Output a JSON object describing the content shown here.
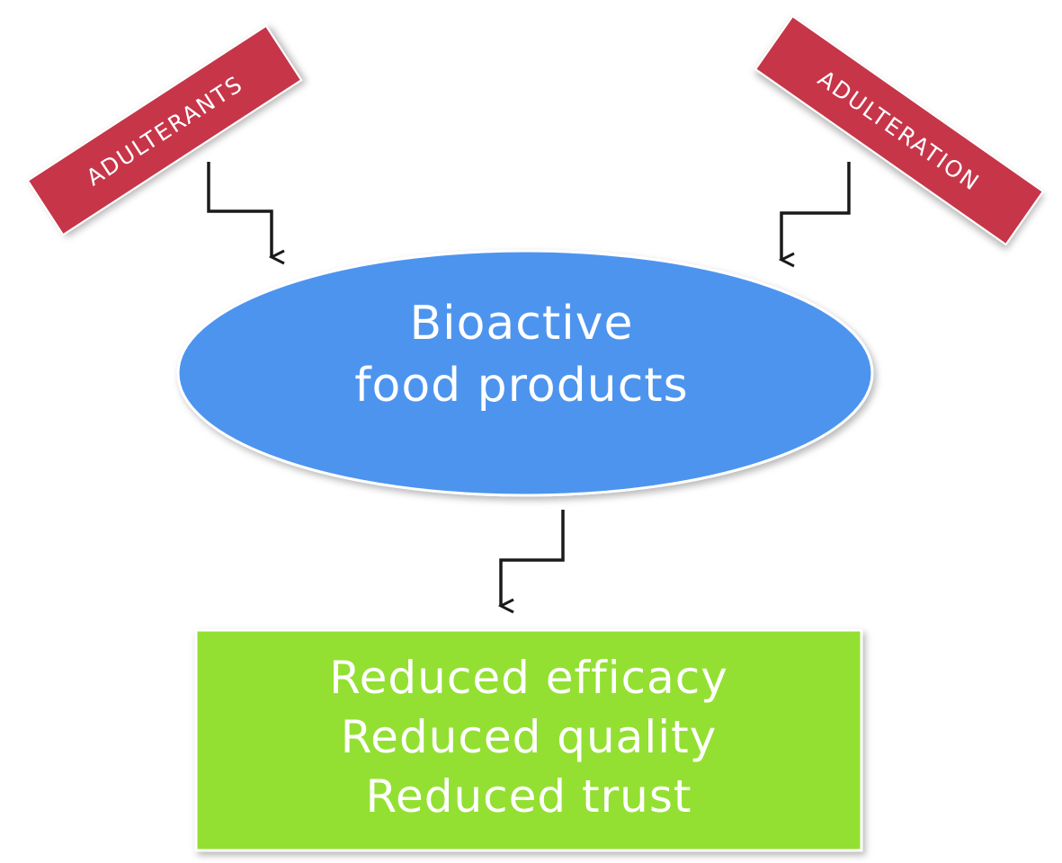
{
  "adulterants_label": "ADULTERANTS",
  "adulteration_label": "ADULTERATION",
  "center": {
    "line1": "Bioactive",
    "line2": "food products"
  },
  "effects": {
    "line1": "Reduced efficacy",
    "line2": "Reduced quality",
    "line3": "Reduced trust"
  },
  "colors": {
    "tag": "#c7354a",
    "oval": "#4d94ef",
    "box": "#93e030",
    "arrow": "#1a1a1a"
  }
}
